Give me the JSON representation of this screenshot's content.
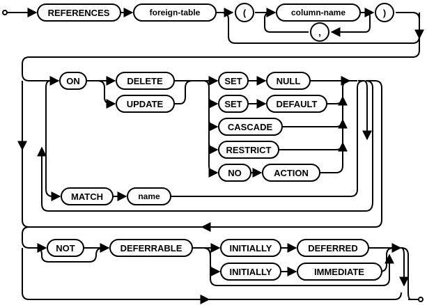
{
  "diagram": {
    "references": "REFERENCES",
    "foreign_table": "foreign-table",
    "open_paren": "(",
    "column_name": "column-name",
    "comma": ",",
    "close_paren": ")",
    "on": "ON",
    "delete": "DELETE",
    "update": "UPDATE",
    "set_1": "SET",
    "null": "NULL",
    "set_2": "SET",
    "default": "DEFAULT",
    "cascade": "CASCADE",
    "restrict": "RESTRICT",
    "no": "NO",
    "action": "ACTION",
    "match": "MATCH",
    "name": "name",
    "not": "NOT",
    "deferrable": "DEFERRABLE",
    "initially_1": "INITIALLY",
    "deferred": "DEFERRED",
    "initially_2": "INITIALLY",
    "immediate": "IMMEDIATE"
  }
}
